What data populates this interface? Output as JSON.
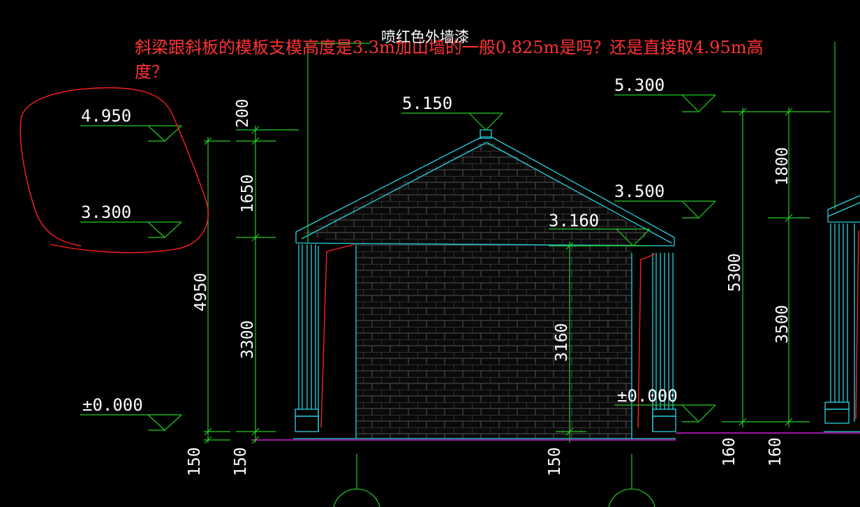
{
  "question": {
    "line1": "斜梁跟斜板的模板支模高度是3.3m加山墙的一般0.825m是吗？还是直接取4.95m高",
    "line2": "度？"
  },
  "annotation": "喷红色外墙漆",
  "levels": {
    "left_top": "4.950",
    "left_mid": "3.300",
    "left_ground": "±0.000",
    "ridge": "5.150",
    "right_top": "5.300",
    "right_mid": "3.500",
    "eave": "3.160",
    "right_ground": "±0.000"
  },
  "dimensions": {
    "d200": "200",
    "d1650": "1650",
    "d4950": "4950",
    "d3300": "3300",
    "d3160": "3160",
    "d1800": "1800",
    "d5300": "5300",
    "d3500": "3500",
    "b150a": "150",
    "b150b": "150",
    "b150c": "150",
    "b160a": "160",
    "b160b": "160"
  },
  "colors": {
    "background": "#000000",
    "dimension_lines": "#22cc22",
    "structure": "#29d3e0",
    "ground": "#d020d0",
    "markup": "#ff2020"
  }
}
